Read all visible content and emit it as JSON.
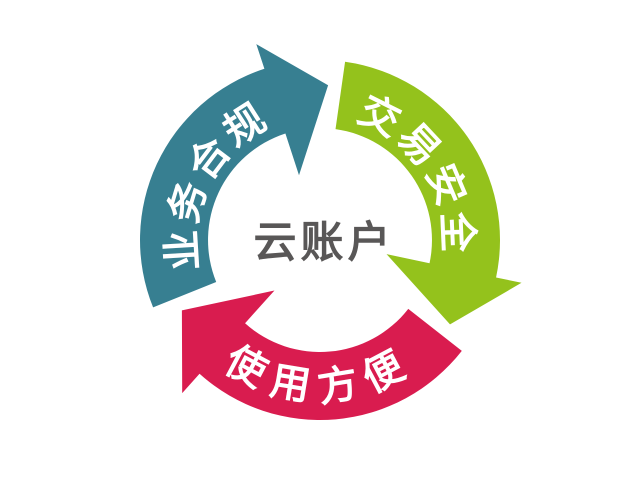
{
  "diagram": {
    "type": "cycle-arrows",
    "direction": "clockwise",
    "background_color": "#ffffff",
    "center_label": "云账户",
    "center_label_color": "#595757",
    "label_color": "#ffffff",
    "segments": [
      {
        "label": "业务合规",
        "color": "#377f91",
        "position": "upper-left"
      },
      {
        "label": "交易安全",
        "color": "#94c21c",
        "position": "right"
      },
      {
        "label": "使用方便",
        "color": "#d91c4f",
        "position": "bottom"
      }
    ]
  }
}
